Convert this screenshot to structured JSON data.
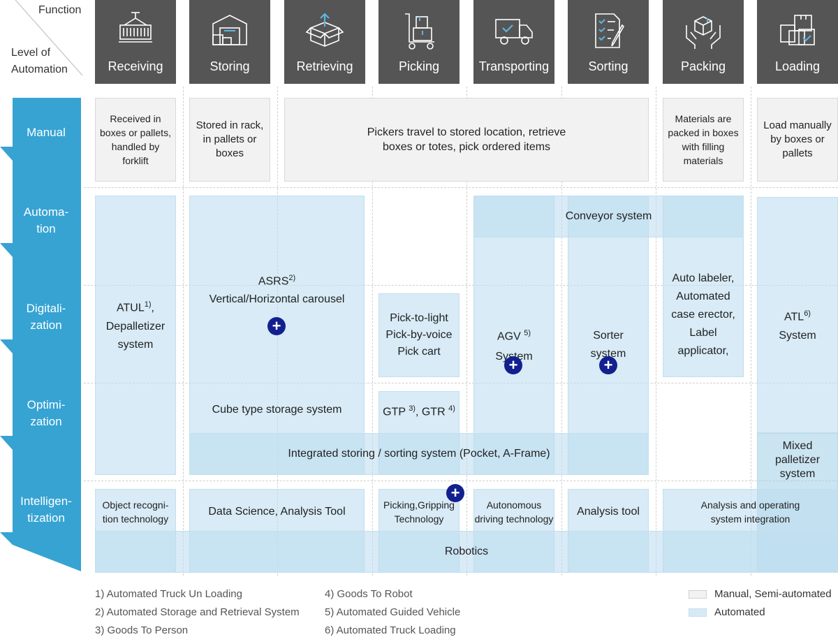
{
  "corner": {
    "function_label": "Function",
    "level_label_line1": "Level of",
    "level_label_line2": "Automation"
  },
  "functions": [
    "Receiving",
    "Storing",
    "Retrieving",
    "Picking",
    "Transporting",
    "Sorting",
    "Packing",
    "Loading"
  ],
  "levels": [
    {
      "line1": "Manual",
      "line2": ""
    },
    {
      "line1": "Automa-",
      "line2": "tion"
    },
    {
      "line1": "Digitali-",
      "line2": "zation"
    },
    {
      "line1": "Optimi-",
      "line2": "zation"
    },
    {
      "line1": "Intelligen-",
      "line2": "tization"
    }
  ],
  "manual": {
    "receiving": [
      "Received in",
      "boxes or pallets,",
      "handled by",
      "forklift"
    ],
    "storing": [
      "Stored in rack,",
      "in pallets or",
      "boxes"
    ],
    "picking": [
      "Pickers  travel to stored location, retrieve",
      "boxes or totes, pick ordered items"
    ],
    "packing": [
      "Materials are",
      "packed in boxes",
      "with filling",
      "materials"
    ],
    "loading": [
      "Load manually",
      "by boxes or",
      "pallets"
    ]
  },
  "automated": {
    "atul": {
      "name": "ATUL",
      "sup": "1)",
      "tail": ",",
      "line2": "Depalletizer",
      "line3": "system"
    },
    "asrs": {
      "name": "ASRS",
      "sup": "2)",
      "line2": "Vertical/Horizontal carousel"
    },
    "cube": "Cube type storage system",
    "pick_tools": [
      "Pick-to-light",
      "Pick-by-voice",
      "Pick cart"
    ],
    "gtp": {
      "a": "GTP ",
      "a_sup": "3)",
      "b": ", GTR ",
      "b_sup": "4)"
    },
    "conveyor": "Conveyor system",
    "agv": {
      "name": "AGV ",
      "sup": "5)",
      "line2": "System"
    },
    "sorter": [
      "Sorter",
      "system"
    ],
    "packing_auto": [
      "Auto labeler,",
      "Automated",
      "case erector,",
      "Label",
      "applicator,"
    ],
    "atl": {
      "name": "ATL",
      "sup": "6)",
      "line2": "System"
    },
    "integrated": "Integrated storing / sorting system (Pocket, A-Frame)",
    "mixed": [
      "Mixed",
      "palletizer",
      "system"
    ]
  },
  "intelligent": {
    "object": [
      "Object recogni-",
      "tion technology"
    ],
    "data": "Data Science, Analysis Tool",
    "picking": [
      "Picking,Gripping",
      "Technology"
    ],
    "autonomous": [
      "Autonomous",
      "driving technology"
    ],
    "analysis": "Analysis tool",
    "operating": [
      "Analysis and operating",
      "system integration"
    ],
    "robotics": "Robotics"
  },
  "plus_symbol": "+",
  "footnotes": [
    "1) Automated Truck Un Loading",
    "2) Automated Storage and Retrieval System",
    "3) Goods To Person",
    "4) Goods To Robot",
    "5) Automated Guided Vehicle",
    "6) Automated Truck Loading"
  ],
  "legend": [
    {
      "label": "Manual, Semi-automated",
      "color": "#f2f2f2"
    },
    {
      "label": "Automated",
      "color": "#d6eaf6"
    }
  ],
  "colors": {
    "header": "#555555",
    "level": "#36a3d3",
    "plus": "#12208f"
  },
  "icons": [
    "container-crane-icon",
    "warehouse-icon",
    "box-retrieve-icon",
    "hand-truck-icon",
    "delivery-truck-icon",
    "checklist-icon",
    "hands-box-icon",
    "stacked-boxes-icon"
  ]
}
